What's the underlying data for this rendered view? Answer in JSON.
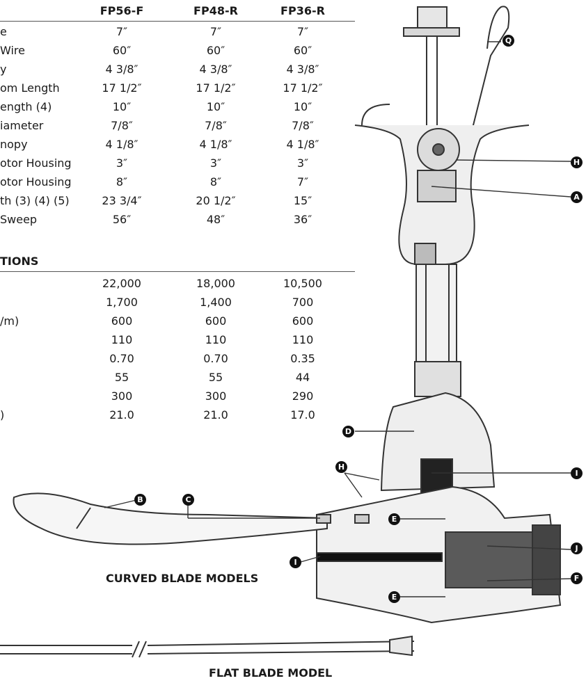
{
  "spec_table": {
    "headers": [
      "FP56-F",
      "FP48-R",
      "FP36-R"
    ],
    "rows": [
      {
        "label": "e",
        "values": [
          "7″",
          "7″",
          "7″"
        ]
      },
      {
        "label": "Wire",
        "values": [
          "60″",
          "60″",
          "60″"
        ]
      },
      {
        "label": "y",
        "values": [
          "4 3/8″",
          "4 3/8″",
          "4 3/8″"
        ]
      },
      {
        "label": "om Length",
        "values": [
          "17 1/2″",
          "17 1/2″",
          "17 1/2″"
        ]
      },
      {
        "label": "ength (4)",
        "values": [
          "10″",
          "10″",
          "10″"
        ]
      },
      {
        "label": "iameter",
        "values": [
          "7/8″",
          "7/8″",
          "7/8″"
        ]
      },
      {
        "label": "nopy",
        "values": [
          "4 1/8″",
          "4 1/8″",
          "4 1/8″"
        ]
      },
      {
        "label": "otor Housing",
        "values": [
          "3″",
          "3″",
          "3″"
        ]
      },
      {
        "label": "otor Housing",
        "values": [
          "8″",
          "8″",
          "7″"
        ]
      },
      {
        "label": "th (3) (4) (5)",
        "values": [
          "23 3/4″",
          "20 1/2″",
          "15″"
        ]
      },
      {
        "label": "Sweep",
        "values": [
          "56″",
          "48″",
          "36″"
        ]
      }
    ]
  },
  "section2": {
    "title": "TIONS",
    "rows": [
      {
        "label": "",
        "values": [
          "22,000",
          "18,000",
          "10,500"
        ]
      },
      {
        "label": "",
        "values": [
          "1,700",
          "1,400",
          "700"
        ]
      },
      {
        "label": "/m)",
        "values": [
          "600",
          "600",
          "600"
        ]
      },
      {
        "label": "",
        "values": [
          "110",
          "110",
          "110"
        ]
      },
      {
        "label": "",
        "values": [
          "0.70",
          "0.70",
          "0.35"
        ]
      },
      {
        "label": "",
        "values": [
          "55",
          "55",
          "44"
        ]
      },
      {
        "label": "",
        "values": [
          "300",
          "300",
          "290"
        ]
      },
      {
        "label": ")",
        "values": [
          "21.0",
          "21.0",
          "17.0"
        ]
      }
    ]
  },
  "captions": {
    "curved": "CURVED BLADE MODELS",
    "flat": "FLAT BLADE MODEL"
  },
  "callouts": {
    "Q": "Q",
    "H": "H",
    "A": "A",
    "D": "D",
    "I": "I",
    "B": "B",
    "C": "C",
    "E": "E",
    "J": "J",
    "F": "F"
  }
}
